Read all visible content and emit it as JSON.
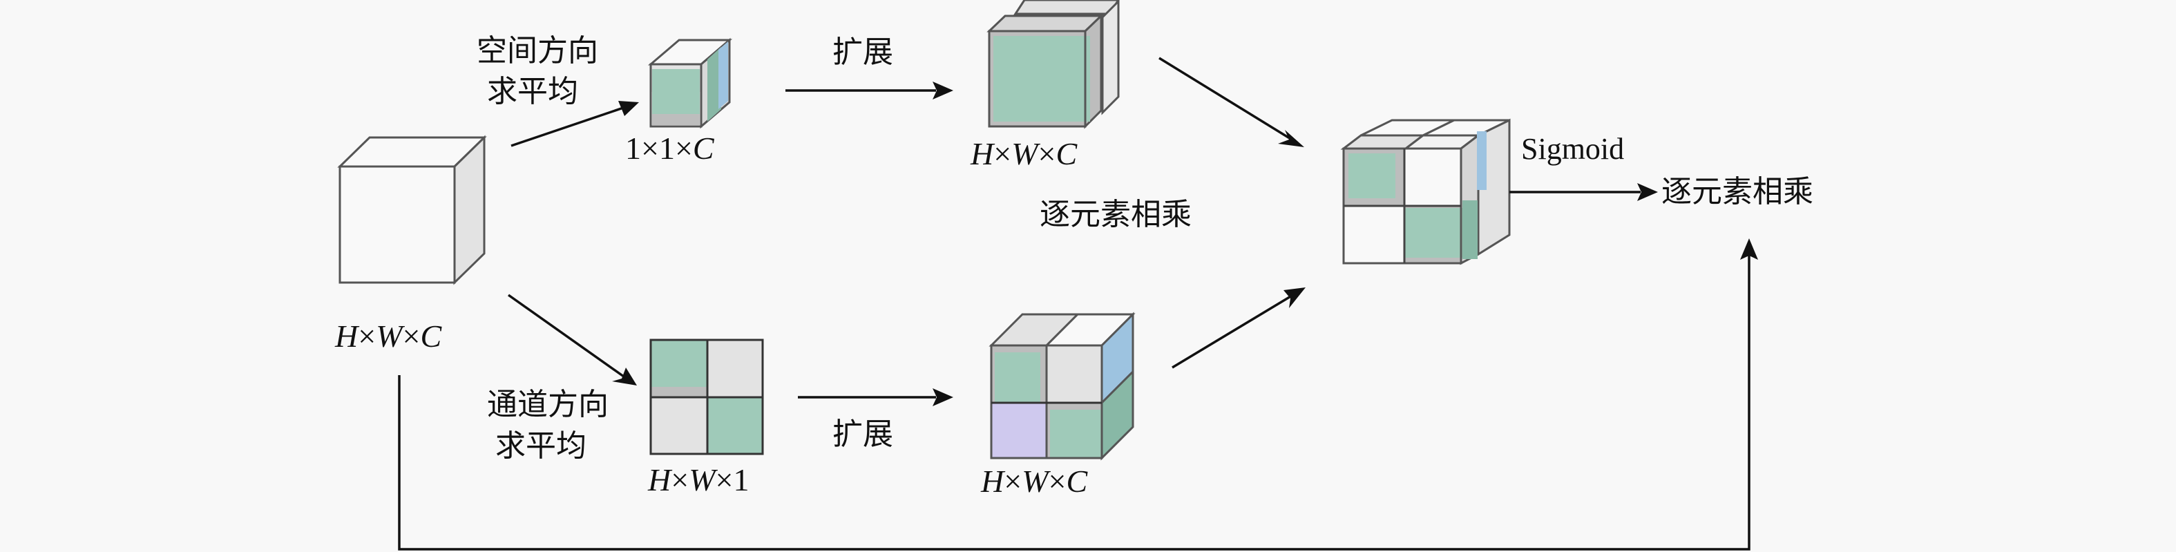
{
  "colors": {
    "background": "#f8f8f8",
    "green": "#9fcab9",
    "green_dark": "#88b8a6",
    "blue": "#9dc3e0",
    "purple": "#cfc9ee",
    "grey_light": "#e3e3e3",
    "grey_mid": "#bdbdbd",
    "white": "#f9f9f9",
    "line": "#555555",
    "arrow": "#111111"
  },
  "nodes": {
    "input": {
      "dim_label": [
        "H",
        "×",
        "W",
        "×",
        "C"
      ]
    },
    "spatial_avg": {
      "label_line1": "空间方向",
      "label_line2": "求平均",
      "dim_label": "1×1×",
      "dim_var": "C"
    },
    "spatial_expanded": {
      "dim_label": [
        "H",
        "×",
        "W",
        "×",
        "C"
      ]
    },
    "channel_avg": {
      "label_line1": "通道方向",
      "label_line2": "求平均",
      "dim_label": [
        "H",
        "×",
        "W",
        "×1"
      ]
    },
    "channel_expanded": {
      "dim_label": [
        "H",
        "×",
        "W",
        "×",
        "C"
      ]
    },
    "combined": {},
    "output": {
      "label": "逐元素相乘"
    }
  },
  "edge_labels": {
    "expand_top": "扩展",
    "expand_bottom": "扩展",
    "elementwise_mid": "逐元素相乘",
    "sigmoid": "Sigmoid"
  }
}
